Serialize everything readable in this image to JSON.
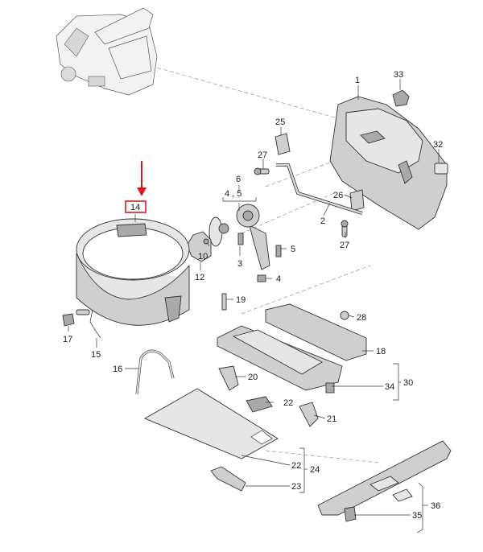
{
  "highlight": {
    "label": "14",
    "box_color": "#e0161b",
    "arrow_color": "#e0161b"
  },
  "labels": {
    "p1": "1",
    "p2": "2",
    "p3": "3",
    "p4": "4",
    "p45": "4 , 5",
    "p5": "5",
    "p6": "6",
    "p10": "10",
    "p12": "12",
    "p15": "15",
    "p16": "16",
    "p17": "17",
    "p18": "18",
    "p19": "19",
    "p20": "20",
    "p21": "21",
    "p22a": "22",
    "p22b": "22",
    "p23": "23",
    "p24": "24",
    "p25": "25",
    "p26": "26",
    "p27a": "27",
    "p27b": "27",
    "p28": "28",
    "p30": "30",
    "p32": "32",
    "p33": "33",
    "p34": "34",
    "p35": "35",
    "p36": "36"
  }
}
